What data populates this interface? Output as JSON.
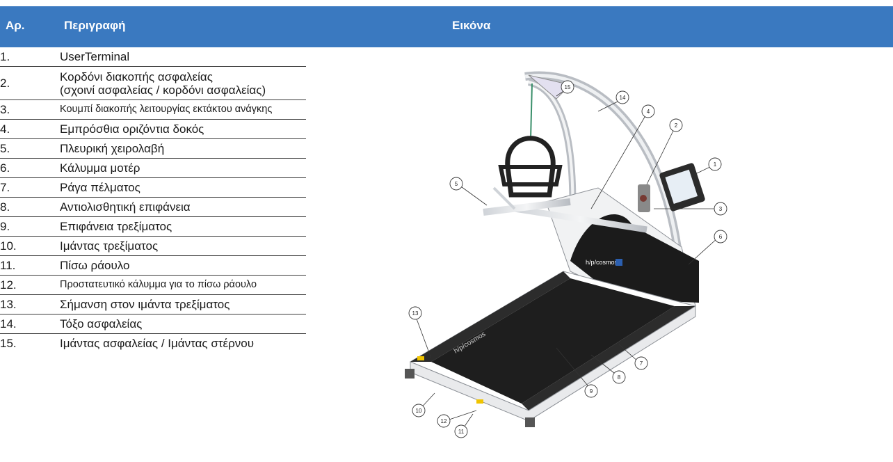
{
  "header": {
    "no": "Αρ.",
    "description": "Περιγραφή",
    "image": "Εικόνα"
  },
  "items": [
    {
      "no": "1.",
      "label": "UserTerminal"
    },
    {
      "no": "2.",
      "label_line1": "Κορδόνι διακοπής ασφαλείας",
      "label_line2": "(σχοινί ασφαλείας / κορδόνι ασφαλείας)"
    },
    {
      "no": "3.",
      "label": "Κουμπί διακοπής λειτουργίας εκτάκτου ανάγκης"
    },
    {
      "no": "4.",
      "label": "Εμπρόσθια οριζόντια δοκός"
    },
    {
      "no": "5.",
      "label": "Πλευρική χειρολαβή"
    },
    {
      "no": "6.",
      "label": "Κάλυμμα μοτέρ"
    },
    {
      "no": "7.",
      "label": "Ράγα πέλματος"
    },
    {
      "no": "8.",
      "label": "Αντιολισθητική επιφάνεια"
    },
    {
      "no": "9.",
      "label": "Επιφάνεια τρεξίματος"
    },
    {
      "no": "10.",
      "label": "Ιμάντας τρεξίματος"
    },
    {
      "no": "11.",
      "label": "Πίσω ράουλο"
    },
    {
      "no": "12.",
      "label": "Προστατευτικό κάλυμμα για το πίσω ράουλο"
    },
    {
      "no": "13.",
      "label": "Σήμανση στον ιμάντα τρεξίματος"
    },
    {
      "no": "14.",
      "label": "Τόξο ασφαλείας"
    },
    {
      "no": "15.",
      "label": "Ιμάντας ασφαλείας / Ιμάντας στέρνου"
    }
  ],
  "figure": {
    "brand_text": "h/p/cosmos",
    "callouts": [
      "1",
      "2",
      "3",
      "4",
      "5",
      "6",
      "7",
      "8",
      "9",
      "10",
      "11",
      "12",
      "13",
      "14",
      "15"
    ]
  }
}
